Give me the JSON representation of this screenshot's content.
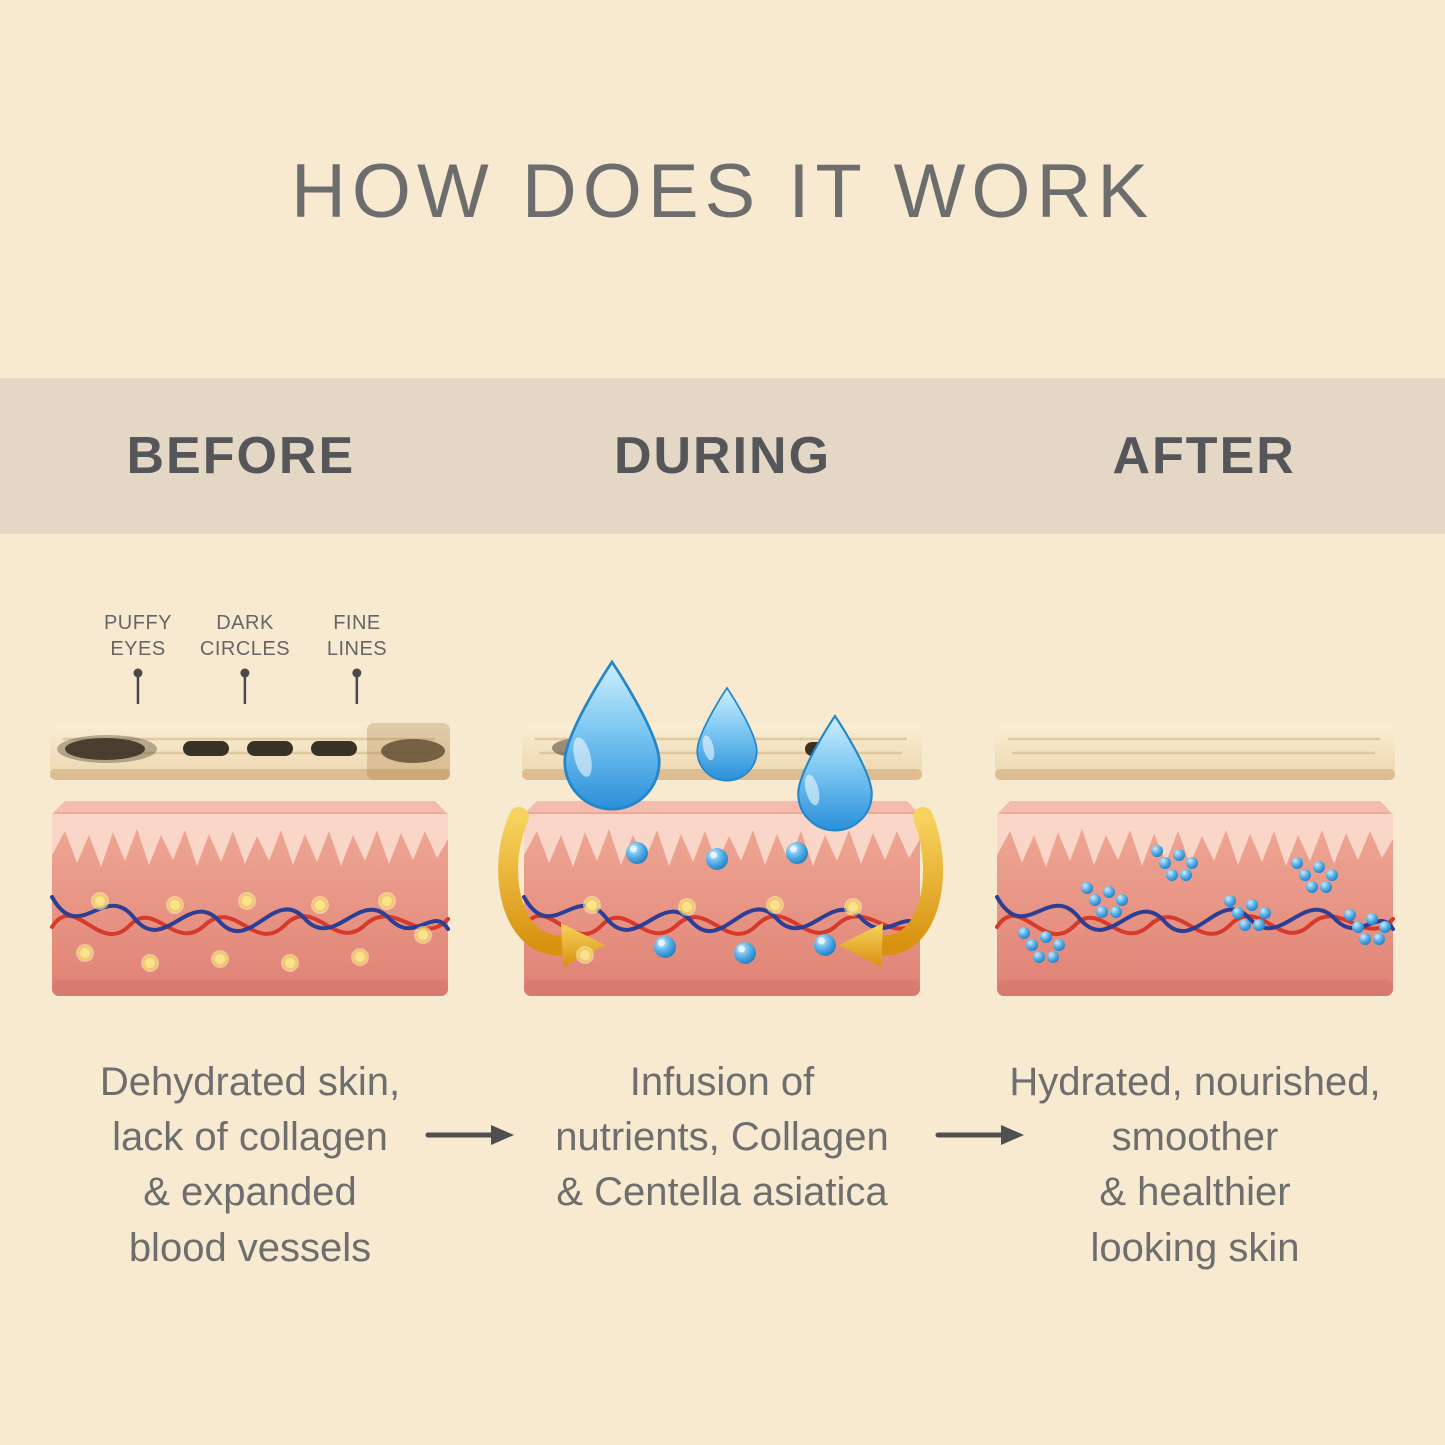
{
  "title": "HOW DOES IT WORK",
  "stages": [
    {
      "label": "BEFORE",
      "annotations": [
        "PUFFY\nEYES",
        "DARK\nCIRCLES",
        "FINE\nLINES"
      ],
      "description": "Dehydrated skin,\nlack of collagen\n& expanded\nblood vessels"
    },
    {
      "label": "DURING",
      "description": "Infusion of\nnutrients, Collagen\n& Centella asiatica"
    },
    {
      "label": "AFTER",
      "description": "Hydrated, nourished,\nsmoother\n& healthier\nlooking skin"
    }
  ],
  "icons": {
    "pin": "location-pin",
    "water_drop": "water-drop",
    "gold_arrow": "circulation-arrow",
    "flow_arrow": "arrow-right"
  },
  "colors": {
    "background": "#f7ead1",
    "band": "#e5d7c6",
    "title_text": "#6d6d6d",
    "stage_label_text": "#55565a",
    "description_text": "#6e6e6e",
    "skin_surface_cream": "#f2dfba",
    "dermis_pink": "#e89a8c",
    "papillae_pink": "#f9d6c8",
    "vessel_red": "#d63a2a",
    "vessel_blue": "#2c3f94",
    "nutrient_yellow": "#fbe291",
    "nutrient_blue": "#2792d9",
    "arrow_gold": "#d8920f",
    "drop_blue": "#2a8fd9",
    "dark_spot": "#3d3326",
    "flow_arrow": "#4f4f4f"
  }
}
